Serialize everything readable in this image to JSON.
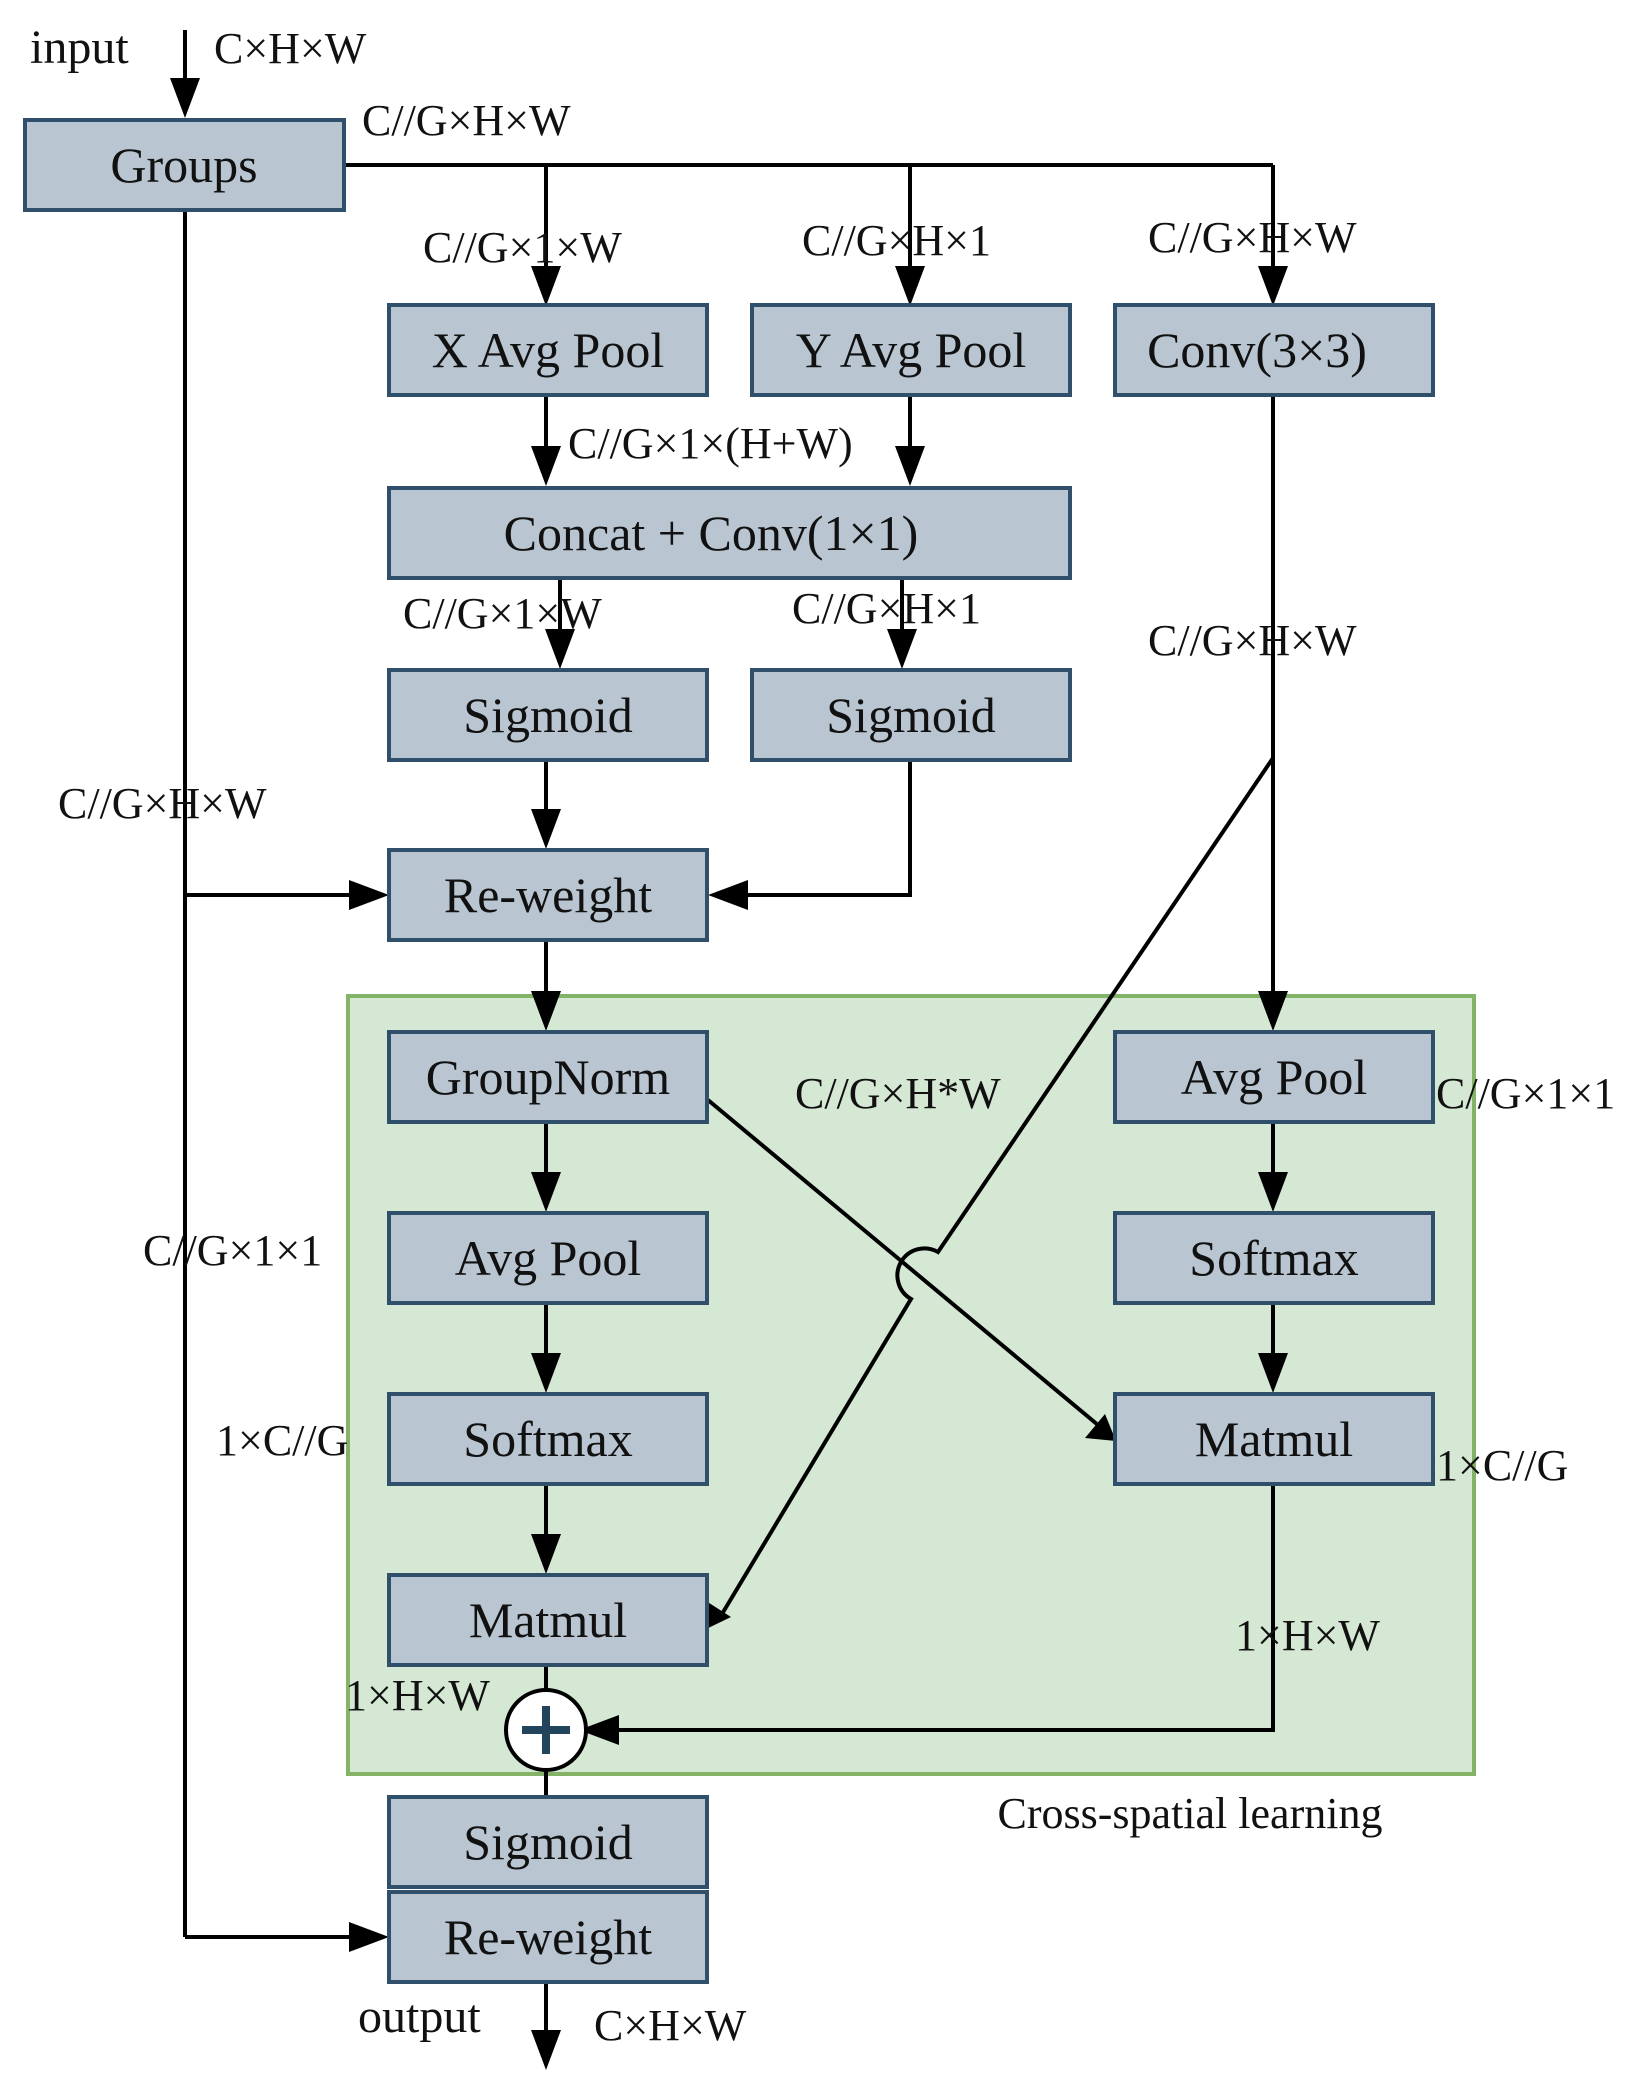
{
  "labels": {
    "input": "input",
    "output": "output",
    "region_caption": "Cross-spatial learning"
  },
  "nodes": {
    "groups": "Groups",
    "x_avg_pool": "X Avg Pool",
    "y_avg_pool": "Y Avg Pool",
    "conv3": "Conv(3×3)",
    "concat": "Concat + Conv(1×1)",
    "sigmoid_x": "Sigmoid",
    "sigmoid_y": "Sigmoid",
    "reweight_1": "Re-weight",
    "groupnorm": "GroupNorm",
    "avgpool_left": "Avg Pool",
    "softmax_left": "Softmax",
    "matmul_left": "Matmul",
    "avgpool_right": "Avg Pool",
    "softmax_right": "Softmax",
    "matmul_right": "Matmul",
    "sigmoid_out": "Sigmoid",
    "reweight_out": "Re-weight"
  },
  "dims": {
    "input": "C×H×W",
    "groups_out": "C//G×H×W",
    "x_pool_in": "C//G×1×W",
    "y_pool_in": "C//G×H×1",
    "conv_in": "C//G×H×W",
    "concat_in": "C//G×1×(H+W)",
    "sig_x_in": "C//G×1×W",
    "sig_y_in": "C//G×H×1",
    "conv_out": "C//G×H×W",
    "skip_top": "C//G×H×W",
    "cross_mid": "C//G×H*W",
    "avgpool_right_out": "C//G×1×1",
    "avgpool_left_side": "C//G×1×1",
    "softmax_left_side": "1×C//G",
    "matmul_right_side": "1×C//G",
    "matmul_right_out": "1×H×W",
    "matmul_left_out": "1×H×W",
    "output": "C×H×W"
  }
}
